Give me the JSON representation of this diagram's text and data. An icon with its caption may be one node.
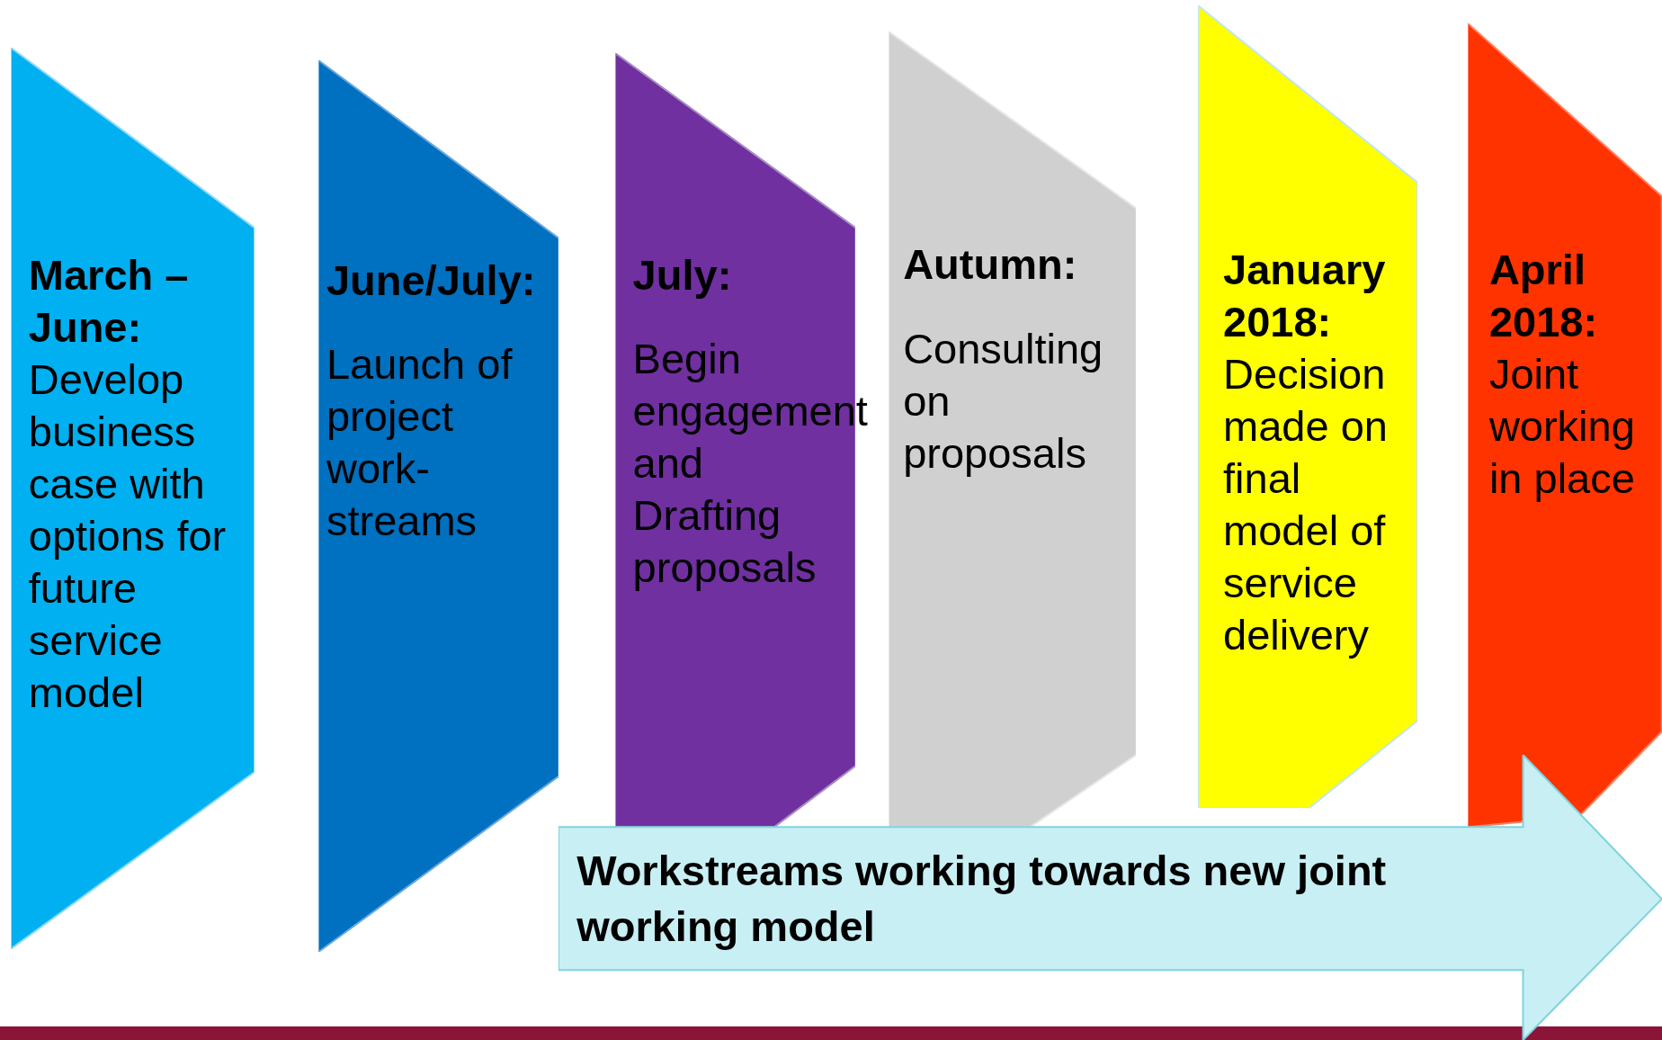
{
  "diagram": {
    "nodes": [
      {
        "text": [
          "March – June:",
          "Develop business case with options for future service model"
        ]
      },
      {
        "text": [
          "June/July:",
          "Launch of project work-streams"
        ]
      },
      {
        "text": [
          "July:",
          "Begin engagement and Drafting proposals"
        ]
      },
      {
        "text": [
          "Autumn:",
          "Consulting on proposals"
        ]
      },
      {
        "text": [
          "January 2018:",
          "Decision made on final model of service delivery"
        ]
      },
      {
        "text": [
          "April 2018:",
          "Joint working in place"
        ]
      },
      {
        "text": [
          "Workstreams working towards new joint working model"
        ]
      }
    ]
  }
}
